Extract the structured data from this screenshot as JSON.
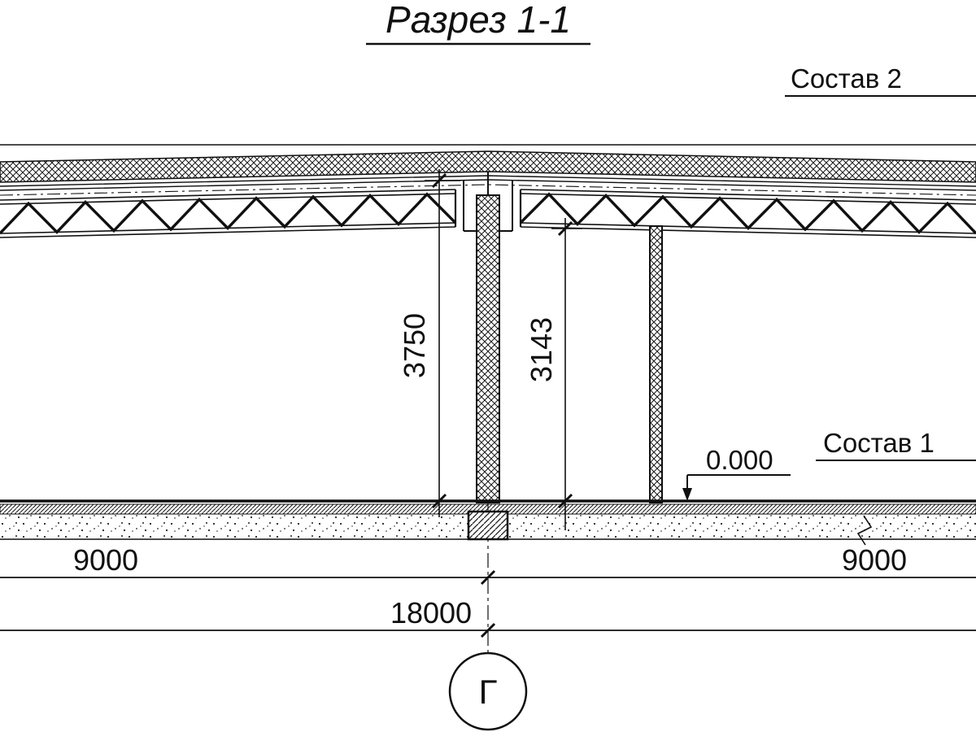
{
  "drawing": {
    "title": "Разрез 1-1",
    "composition_label_top": "Состав 2",
    "composition_label_bottom": "Состав 1",
    "elevation_mark": "0.000",
    "dim_height_left": "3750",
    "dim_height_right": "3143",
    "dim_span_left": "9000",
    "dim_span_right": "9000",
    "dim_span_total": "18000",
    "axis_label": "Г",
    "line_color": "#101010",
    "background_color": "#ffffff"
  }
}
